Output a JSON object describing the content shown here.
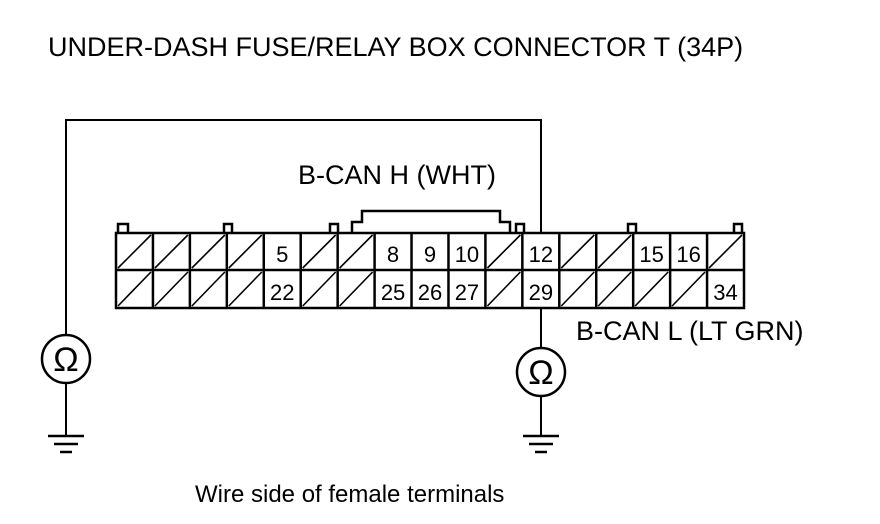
{
  "title": "UNDER-DASH FUSE/RELAY BOX CONNECTOR T (34P)",
  "labels": {
    "bcan_h": "B-CAN H (WHT)",
    "bcan_l": "B-CAN L (LT GRN)",
    "footer": "Wire side of female terminals"
  },
  "connector": {
    "top_row": [
      {
        "label": ""
      },
      {
        "label": ""
      },
      {
        "label": ""
      },
      {
        "label": ""
      },
      {
        "label": "5"
      },
      {
        "label": ""
      },
      {
        "label": ""
      },
      {
        "label": "8"
      },
      {
        "label": "9"
      },
      {
        "label": "10"
      },
      {
        "label": ""
      },
      {
        "label": "12"
      },
      {
        "label": ""
      },
      {
        "label": ""
      },
      {
        "label": "15"
      },
      {
        "label": "16"
      },
      {
        "label": ""
      }
    ],
    "bottom_row": [
      {
        "label": ""
      },
      {
        "label": ""
      },
      {
        "label": ""
      },
      {
        "label": ""
      },
      {
        "label": "22"
      },
      {
        "label": ""
      },
      {
        "label": ""
      },
      {
        "label": "25"
      },
      {
        "label": "26"
      },
      {
        "label": "27"
      },
      {
        "label": ""
      },
      {
        "label": "29"
      },
      {
        "label": ""
      },
      {
        "label": ""
      },
      {
        "label": ""
      },
      {
        "label": ""
      },
      {
        "label": "34"
      }
    ]
  },
  "meters": {
    "left_symbol": "Ω",
    "right_symbol": "Ω",
    "icon": "ohmmeter-icon"
  }
}
